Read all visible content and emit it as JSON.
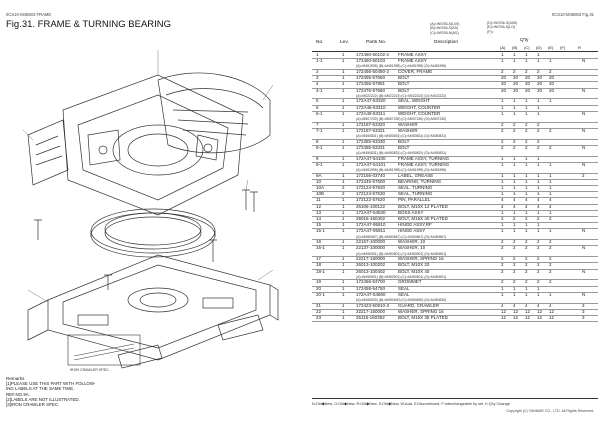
{
  "header": {
    "left_code": "0CS10-M46803 FRAME",
    "right_code": "0CS10-M46803 Fig.31",
    "title": "Fig.31.  FRAME & TURNING BEARING"
  },
  "diagram": {
    "caption": "IRON CRAWLER SPEC."
  },
  "remarks": {
    "heading": "Remarks",
    "lines": [
      "[1]PLEASE USE THIS PART WITH FOLLOW-",
      "ING LABELS AT THE SAME TIME.",
      "REF.NO.9A.",
      "[2]LABELS ARE NOT ILLUSTRATED.",
      "[3]IRON CRAWLER SPEC."
    ]
  },
  "options_left": [
    "(A)=WOS6-S(L05)",
    "(B)=WOS6-S(AS)",
    "(C)=WOS6-N(AS)"
  ],
  "options_right": [
    "(D)=WOS6-S(A05)",
    "(E)=WOS6-S(LO)",
    "(F)="
  ],
  "columns": {
    "no": "No.",
    "lev": "Lev.",
    "parts": "Parts No.",
    "desc": "Description",
    "qty": "Q'ty",
    "a": "(A)",
    "b": "(B)",
    "c": "(C)",
    "d": "(D)",
    "e": "(E)",
    "f": "(F)",
    "r": "R"
  },
  "rows": [
    {
      "no": "1",
      "lev": "1",
      "part": "172460-50102-2",
      "desc": "FRAME ASSY",
      "q": [
        "1",
        "1",
        "1",
        "1",
        "",
        ""
      ],
      "r": "",
      "sub": ""
    },
    {
      "no": "1-1",
      "lev": "1",
      "part": "172460-50103",
      "desc": "FRAME ASSY",
      "q": [
        "1",
        "1",
        "1",
        "1",
        "1",
        ""
      ],
      "r": "N",
      "sub": "(A)=M451995)      (B)=M451995)       (C)=M451995)       (D)=M451995)"
    },
    {
      "no": "2",
      "lev": "1",
      "part": "172456-50480-2",
      "desc": "COVER, FRAME",
      "q": [
        "2",
        "2",
        "2",
        "2",
        "2",
        ""
      ],
      "r": "",
      "sub": ""
    },
    {
      "no": "3",
      "lev": "1",
      "part": "172455-57650",
      "desc": "BOLT",
      "q": [
        "20",
        "20",
        "20",
        "20",
        "20",
        ""
      ],
      "r": "",
      "sub": ""
    },
    {
      "no": "4",
      "lev": "1",
      "part": "172455-57881",
      "desc": "BOLT",
      "q": [
        "20",
        "20",
        "20",
        "20",
        "20",
        ""
      ],
      "r": "",
      "sub": ""
    },
    {
      "no": "4-1",
      "lev": "1",
      "part": "172476-57660",
      "desc": "BOLT",
      "q": [
        "20",
        "20",
        "20",
        "20",
        "20",
        ""
      ],
      "r": "N",
      "sub": "(A)=M022222)      (B)=M022222)       (C)=M022222)       (D)=M022222)"
    },
    {
      "no": "5",
      "lev": "1",
      "part": "172A47-53320",
      "desc": "SEAL, WEIGHT",
      "q": [
        "1",
        "1",
        "1",
        "1",
        "1",
        ""
      ],
      "r": "",
      "sub": ""
    },
    {
      "no": "6",
      "lev": "1",
      "part": "172A46-53310",
      "desc": "WEIGHT, COUNTER",
      "q": [
        "1",
        "1",
        "1",
        "1",
        "",
        ""
      ],
      "r": "",
      "sub": ""
    },
    {
      "no": "6-1",
      "lev": "1",
      "part": "172A48-53311",
      "desc": "WEIGHT, COUNTER",
      "q": [
        "1",
        "1",
        "1",
        "1",
        "",
        ""
      ],
      "r": "N",
      "sub": "(A)=M507230)      (B)=M507230)       (C)=M507230)       (D)=M507230)"
    },
    {
      "no": "7",
      "lev": "1",
      "part": "172187-53320",
      "desc": "WASHER",
      "q": [
        "2",
        "2",
        "2",
        "2",
        "",
        ""
      ],
      "r": "",
      "sub": ""
    },
    {
      "no": "7-1",
      "lev": "1",
      "part": "172187-53321",
      "desc": "WASHER",
      "q": [
        "2",
        "2",
        "2",
        "2",
        "2",
        ""
      ],
      "r": "N",
      "sub": "(A)=M450831)      (B)=M450831)       (C)=M450831)       (D)=M450831)"
    },
    {
      "no": "8",
      "lev": "1",
      "part": "172455-53330",
      "desc": "BOLT",
      "q": [
        "2",
        "2",
        "2",
        "2",
        "",
        ""
      ],
      "r": "",
      "sub": ""
    },
    {
      "no": "8-1",
      "lev": "1",
      "part": "172455-53331",
      "desc": "BOLT",
      "q": [
        "2",
        "2",
        "2",
        "2",
        "2",
        ""
      ],
      "r": "N",
      "sub": "(A)=M450831)      (B)=M450831)       (C)=M450831)       (D)=M450831)"
    },
    {
      "no": "9",
      "lev": "1",
      "part": "172A47-54100",
      "desc": "FRAME ASSY, TURNING",
      "q": [
        "1",
        "1",
        "1",
        "1",
        "",
        ""
      ],
      "r": "",
      "sub": ""
    },
    {
      "no": "9-1",
      "lev": "1",
      "part": "172A47-54101",
      "desc": "FRAME ASSY, TURNING",
      "q": [
        "1",
        "1",
        "1",
        "1",
        "1",
        ""
      ],
      "r": "N",
      "sub": "(A)=M451995)      (B)=M451995)       (C)=M451995)       (D)=M451995)"
    },
    {
      "no": "9A",
      "lev": "1",
      "part": "172156-03740",
      "desc": "LABEL, GREASE",
      "q": [
        "1",
        "1",
        "1",
        "1",
        "1",
        ""
      ],
      "r": "2",
      "sub": ""
    },
    {
      "no": "10",
      "lev": "1",
      "part": "172445-57600",
      "desc": "BEARING, TURNING",
      "q": [
        "1",
        "1",
        "1",
        "1",
        "1",
        ""
      ],
      "r": "",
      "sub": ""
    },
    {
      "no": "10A",
      "lev": "2",
      "part": "172124-57620",
      "desc": "SEAL, TURNING",
      "q": [
        "1",
        "1",
        "1",
        "1",
        "1",
        ""
      ],
      "r": "",
      "sub": ""
    },
    {
      "no": "10B",
      "lev": "2",
      "part": "172124-57630",
      "desc": "SEAL, TURNING",
      "q": [
        "1",
        "1",
        "1",
        "1",
        "1",
        ""
      ],
      "r": "",
      "sub": ""
    },
    {
      "no": "11",
      "lev": "1",
      "part": "172122-57620",
      "desc": "PIN, PARALLEL",
      "q": [
        "4",
        "4",
        "4",
        "4",
        "4",
        ""
      ],
      "r": "",
      "sub": ""
    },
    {
      "no": "12",
      "lev": "1",
      "part": "26106-100122",
      "desc": "BOLT, M10X 12 PLATED",
      "q": [
        "4",
        "4",
        "4",
        "4",
        "4",
        ""
      ],
      "r": "",
      "sub": ""
    },
    {
      "no": "13",
      "lev": "1",
      "part": "172A47-54530",
      "desc": "BOSS ASSY",
      "q": [
        "1",
        "1",
        "1",
        "1",
        "1",
        ""
      ],
      "r": "",
      "sub": ""
    },
    {
      "no": "14",
      "lev": "1",
      "part": "26016-160402",
      "desc": "BOLT, M16X 40 PLATED",
      "q": [
        "2",
        "2",
        "2",
        "2",
        "2",
        ""
      ],
      "r": "",
      "sub": ""
    },
    {
      "no": "15",
      "lev": "1",
      "part": "172A47-95910",
      "desc": "HINGE ASSY,RF",
      "q": [
        "1",
        "1",
        "1",
        "1",
        "",
        ""
      ],
      "r": "",
      "sub": ""
    },
    {
      "no": "15-1",
      "lev": "1",
      "part": "172A47-95911",
      "desc": "HINGE ASSY",
      "q": [
        "1",
        "1",
        "1",
        "1",
        "1",
        ""
      ],
      "r": "N",
      "sub": "(A)=M450667)      (B)=M450667)       (C)=M450667)       (D)=M450667)"
    },
    {
      "no": "16",
      "lev": "1",
      "part": "22157-100000",
      "desc": "WASHER, 10",
      "q": [
        "2",
        "2",
        "2",
        "2",
        "2",
        ""
      ],
      "r": "",
      "sub": ""
    },
    {
      "no": "16-1",
      "lev": "1",
      "part": "22137-100000",
      "desc": "WASHER, 10",
      "q": [
        "2",
        "2",
        "2",
        "2",
        "2",
        ""
      ],
      "r": "N",
      "sub": "(A)=M450501)      (B)=M450501)       (C)=M450501)       (D)=M450501)"
    },
    {
      "no": "17",
      "lev": "1",
      "part": "22217-160000",
      "desc": "WASHER, SPRING 16",
      "q": [
        "2",
        "2",
        "2",
        "2",
        "2",
        ""
      ],
      "r": "",
      "sub": ""
    },
    {
      "no": "18",
      "lev": "1",
      "part": "26013-100202",
      "desc": "BOLT, M10X 20",
      "q": [
        "2",
        "2",
        "2",
        "2",
        "2",
        ""
      ],
      "r": "",
      "sub": ""
    },
    {
      "no": "18-1",
      "lev": "1",
      "part": "26013-100402",
      "desc": "BOLT, M10X 40",
      "q": [
        "2",
        "2",
        "2",
        "2",
        "2",
        ""
      ],
      "r": "N",
      "sub": "(A)=M450501)      (B)=M450501)       (C)=M450501)       (D)=M450501)"
    },
    {
      "no": "19",
      "lev": "1",
      "part": "172456-53700",
      "desc": "GROMMET",
      "q": [
        "2",
        "2",
        "2",
        "2",
        "2",
        ""
      ],
      "r": "",
      "sub": ""
    },
    {
      "no": "20",
      "lev": "1",
      "part": "172458-54750",
      "desc": "SEAL",
      "q": [
        "1",
        "1",
        "1",
        "1",
        "",
        ""
      ],
      "r": "",
      "sub": ""
    },
    {
      "no": "20-1",
      "lev": "1",
      "part": "172A47-54800",
      "desc": "SEAL",
      "q": [
        "1",
        "1",
        "1",
        "1",
        "1",
        ""
      ],
      "r": "N",
      "sub": "(A)=M450630)      (B)=M450630)       (C)=M450630)       (D)=M450630)"
    },
    {
      "no": "21",
      "lev": "1",
      "part": "172423-50910-3",
      "desc": "GUARD, CRAWLER",
      "q": [
        "4",
        "4",
        "4",
        "4",
        "4",
        ""
      ],
      "r": "3",
      "sub": ""
    },
    {
      "no": "22",
      "lev": "1",
      "part": "22217-160000",
      "desc": "WASHER, SPRING 16",
      "q": [
        "12",
        "12",
        "12",
        "12",
        "12",
        ""
      ],
      "r": "3",
      "sub": ""
    },
    {
      "no": "23",
      "lev": "1",
      "part": "26116-160352",
      "desc": "BOLT, M16X 35 PLATED",
      "q": [
        "12",
        "12",
        "12",
        "12",
        "12",
        ""
      ],
      "r": "3",
      "sub": ""
    }
  ],
  "footer": {
    "legend": "N:Old◆New, O:Old◆New, R:Old◆New, S:Old◆New, W:Add, Z:Discontinued, F:Interchangeable by set, K:Q'ty Change",
    "copyright": "Copyright (C)  YANMAR CO., LTD. All Rights Reserved."
  }
}
